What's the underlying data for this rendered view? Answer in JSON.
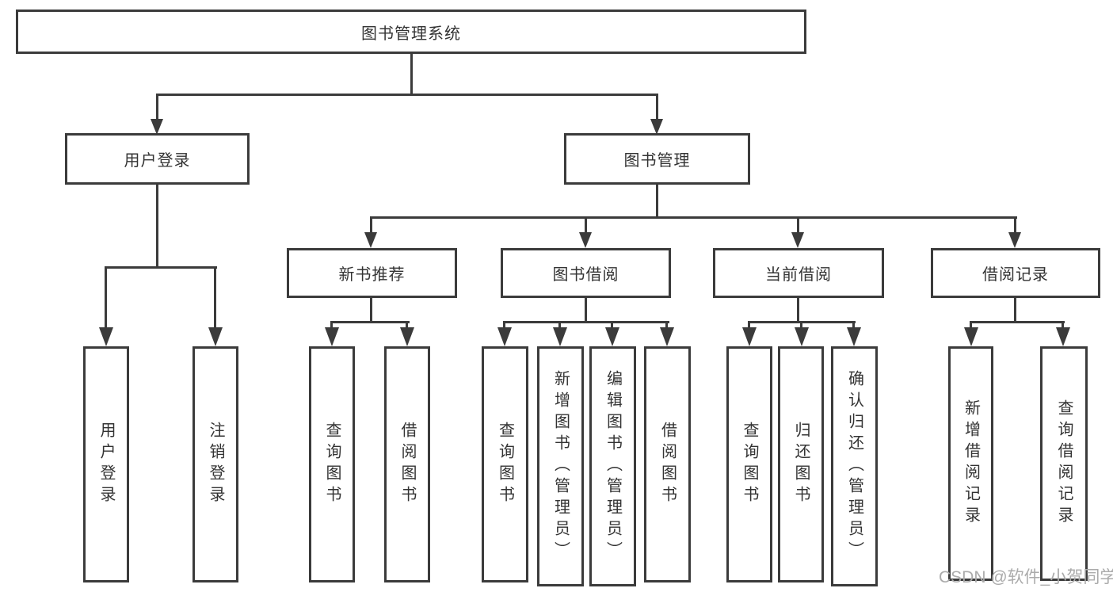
{
  "tree": {
    "root": {
      "label": "图书管理系统"
    },
    "children": [
      {
        "label": "用户登录",
        "children": [
          {
            "label": "用户登录"
          },
          {
            "label": "注销登录"
          }
        ]
      },
      {
        "label": "图书管理",
        "children": [
          {
            "label": "新书推荐",
            "children": [
              {
                "label": "查询图书"
              },
              {
                "label": "借阅图书"
              }
            ]
          },
          {
            "label": "图书借阅",
            "children": [
              {
                "label": "查询图书"
              },
              {
                "label": "新增图书（管理员）"
              },
              {
                "label": "编辑图书（管理员）"
              },
              {
                "label": "借阅图书"
              }
            ]
          },
          {
            "label": "当前借阅",
            "children": [
              {
                "label": "查询图书"
              },
              {
                "label": "归还图书"
              },
              {
                "label": "确认归还（管理员）"
              }
            ]
          },
          {
            "label": "借阅记录",
            "children": [
              {
                "label": "新增借阅记录"
              },
              {
                "label": "查询借阅记录"
              }
            ]
          }
        ]
      }
    ]
  },
  "watermark": {
    "text": "CSDN @软件_小贺同学"
  },
  "colors": {
    "line": "#3b3b3b",
    "text": "#333333",
    "watermark": "#ababab",
    "background": "#ffffff"
  }
}
